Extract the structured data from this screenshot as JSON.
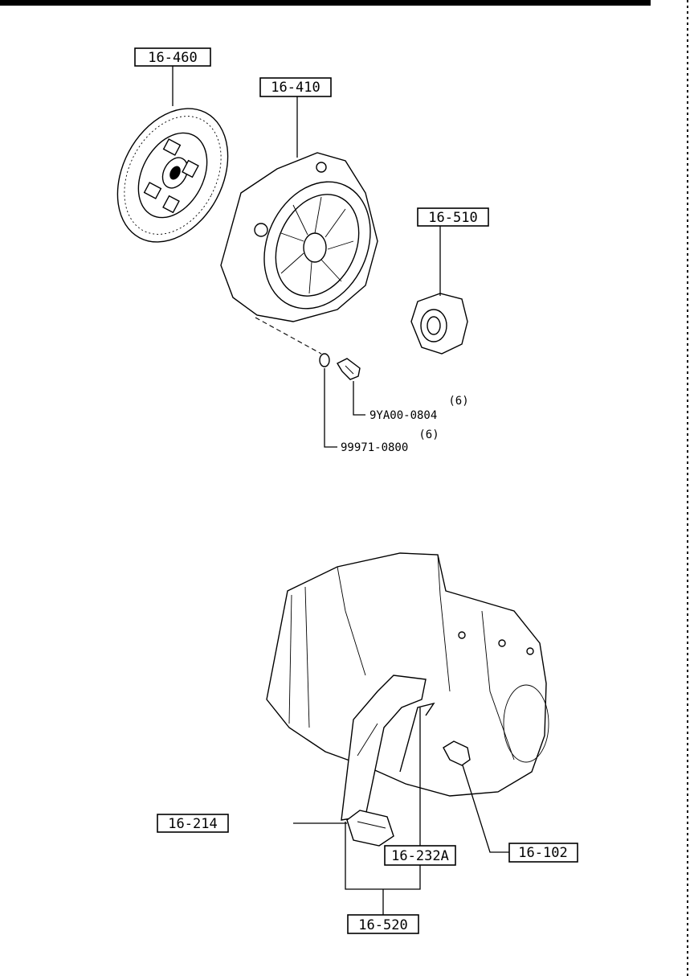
{
  "callouts": {
    "clutch_disc": "16-460",
    "clutch_cover": "16-410",
    "release_bearing": "16-510",
    "release_fork": "16-520",
    "fork_boot": "16-214",
    "spring_clip": "16-232A",
    "pivot_bolt": "16-102"
  },
  "parts": {
    "bolt": {
      "qty": "(6)",
      "number": "9YA00-0804"
    },
    "washer": {
      "qty": "(6)",
      "number": "99971-0800"
    }
  }
}
